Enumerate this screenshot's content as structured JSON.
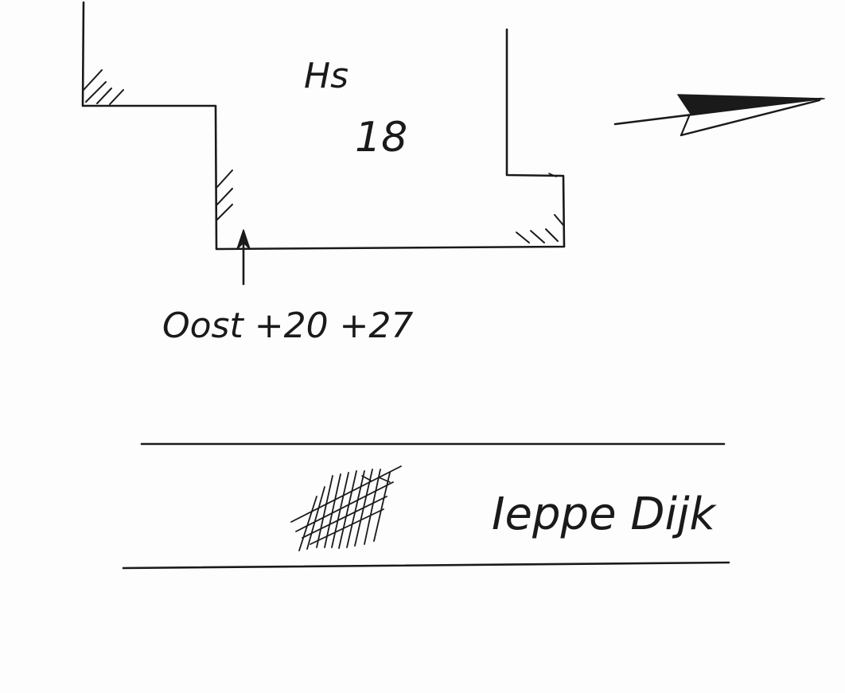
{
  "plan": {
    "house_label": "Hs",
    "house_number": "18",
    "entrance_label": "Oost +20 +27",
    "name_text": "Ieppe Dijk"
  },
  "icons": {
    "north_arrow": "north-arrow-icon",
    "entrance_arrow": "entrance-arrow-icon",
    "hatch_mark": "hatch-mark-icon"
  },
  "colors": {
    "ink": "#1a1a1a",
    "paper": "#fdfdfd"
  }
}
